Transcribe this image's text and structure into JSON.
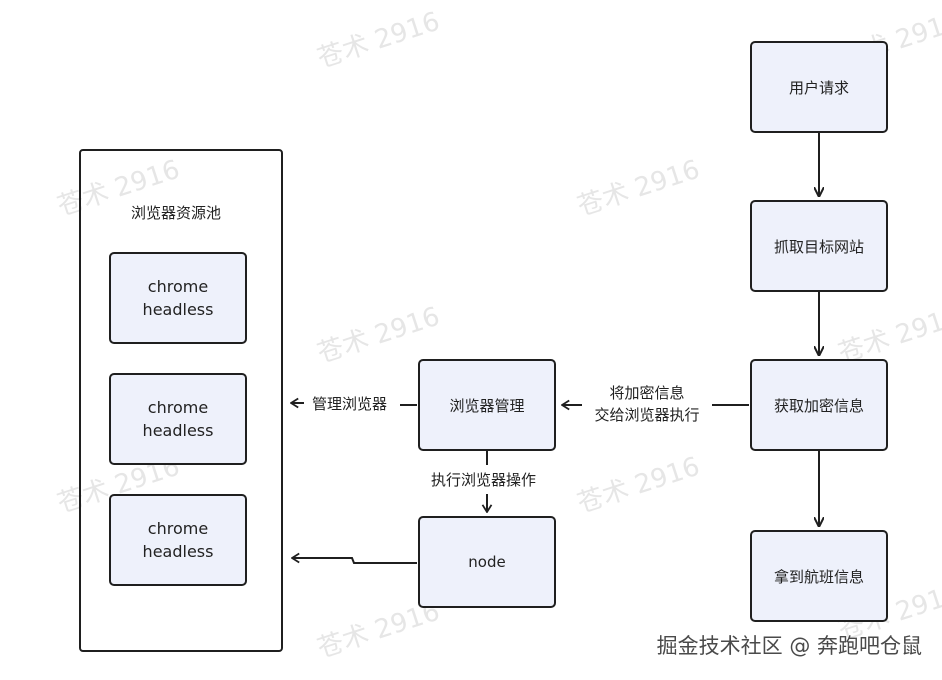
{
  "watermark_text": "苍术 2916",
  "pool": {
    "label": "浏览器资源池",
    "instances": [
      {
        "line1": "chrome",
        "line2": "headless"
      },
      {
        "line1": "chrome",
        "line2": "headless"
      },
      {
        "line1": "chrome",
        "line2": "headless"
      }
    ]
  },
  "nodes": {
    "user_request": "用户请求",
    "crawl_target": "抓取目标网站",
    "get_encrypted": "获取加密信息",
    "get_flight": "拿到航班信息",
    "browser_manager": "浏览器管理",
    "node": "node"
  },
  "edge_labels": {
    "manage_browser": "管理浏览器",
    "pass_encrypted_line1": "将加密信息",
    "pass_encrypted_line2": "交给浏览器执行",
    "exec_browser_op": "执行浏览器操作"
  },
  "footer": "掘金技术社区 @ 奔跑吧仓鼠"
}
